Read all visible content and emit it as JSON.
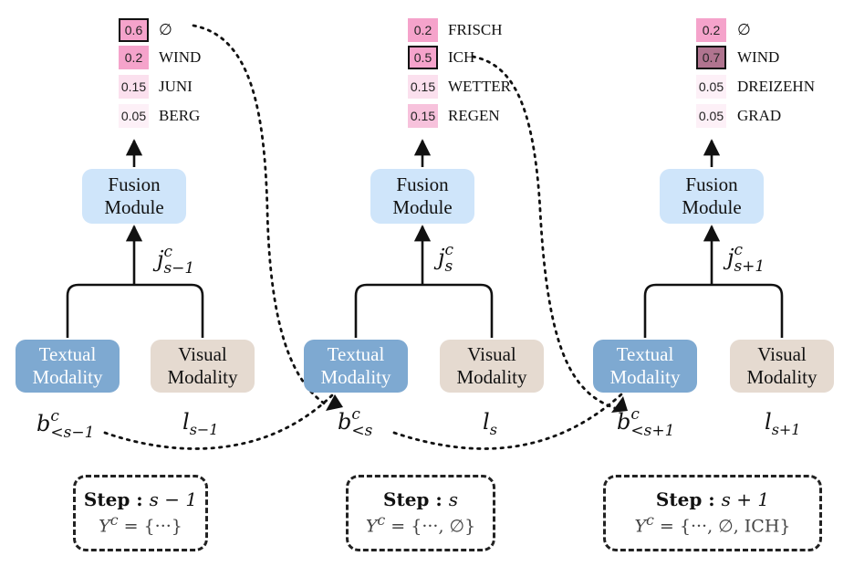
{
  "colors": {
    "prob_strong": "#f5a3cb",
    "prob_selected_dark": "#b0748f",
    "prob_medium": "#f7c2dc",
    "prob_light": "#fbe0ee",
    "prob_faint": "#fdf0f7",
    "fusion_fill": "#cfe5fa",
    "textual_fill": "#7ea9d1",
    "visual_fill": "#e5dad0"
  },
  "steps": [
    {
      "candidates": [
        {
          "prob": "0.6",
          "word": "∅",
          "selected": true,
          "shade": "prob_strong"
        },
        {
          "prob": "0.2",
          "word": "WIND",
          "selected": false,
          "shade": "prob_strong"
        },
        {
          "prob": "0.15",
          "word": "JUNI",
          "selected": false,
          "shade": "prob_light"
        },
        {
          "prob": "0.05",
          "word": "BERG",
          "selected": false,
          "shade": "prob_faint"
        }
      ],
      "fusion_line1": "Fusion",
      "fusion_line2": "Module",
      "textual_line1": "Textual",
      "textual_line2": "Modality",
      "visual_line1": "Visual",
      "visual_line2": "Modality",
      "j_base": "j",
      "j_sup": "c",
      "j_sub": "s−1",
      "b_base": "b",
      "b_sup": "c",
      "b_sub": "<s−1",
      "l_base": "l",
      "l_sub": "s−1",
      "step_label": "Step",
      "step_colon": " : ",
      "step_value": "s − 1",
      "set_var": "Y",
      "set_sup": "c",
      "set_rest": " = {···}"
    },
    {
      "candidates": [
        {
          "prob": "0.2",
          "word": "FRISCH",
          "selected": false,
          "shade": "prob_strong"
        },
        {
          "prob": "0.5",
          "word": "ICH",
          "selected": true,
          "shade": "prob_strong"
        },
        {
          "prob": "0.15",
          "word": "WETTER",
          "selected": false,
          "shade": "prob_light"
        },
        {
          "prob": "0.15",
          "word": "REGEN",
          "selected": false,
          "shade": "prob_medium"
        }
      ],
      "fusion_line1": "Fusion",
      "fusion_line2": "Module",
      "textual_line1": "Textual",
      "textual_line2": "Modality",
      "visual_line1": "Visual",
      "visual_line2": "Modality",
      "j_base": "j",
      "j_sup": "c",
      "j_sub": "s",
      "b_base": "b",
      "b_sup": "c",
      "b_sub": "<s",
      "l_base": "l",
      "l_sub": "s",
      "step_label": "Step",
      "step_colon": " : ",
      "step_value": "s",
      "set_var": "Y",
      "set_sup": "c",
      "set_rest": " = {···, ∅}"
    },
    {
      "candidates": [
        {
          "prob": "0.2",
          "word": "∅",
          "selected": false,
          "shade": "prob_strong"
        },
        {
          "prob": "0.7",
          "word": "WIND",
          "selected": true,
          "shade": "prob_selected_dark"
        },
        {
          "prob": "0.05",
          "word": "DREIZEHN",
          "selected": false,
          "shade": "prob_faint"
        },
        {
          "prob": "0.05",
          "word": "GRAD",
          "selected": false,
          "shade": "prob_faint"
        }
      ],
      "fusion_line1": "Fusion",
      "fusion_line2": "Module",
      "textual_line1": "Textual",
      "textual_line2": "Modality",
      "visual_line1": "Visual",
      "visual_line2": "Modality",
      "j_base": "j",
      "j_sup": "c",
      "j_sub": "s+1",
      "b_base": "b",
      "b_sup": "c",
      "b_sub": "<s+1",
      "l_base": "l",
      "l_sub": "s+1",
      "step_label": "Step",
      "step_colon": " : ",
      "step_value": "s + 1",
      "set_var": "Y",
      "set_sup": "c",
      "set_rest": " = {···, ∅, ICH}"
    }
  ]
}
